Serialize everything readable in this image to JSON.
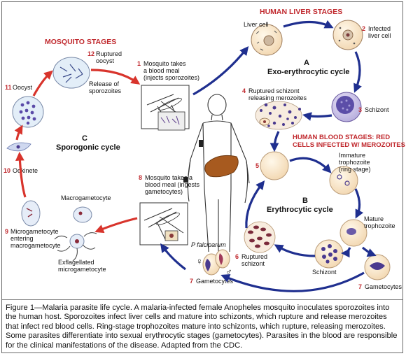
{
  "headers": {
    "human_liver": "HUMAN LIVER STAGES",
    "mosquito": "MOSQUITO STAGES",
    "blood_line1": "HUMAN BLOOD STAGES: RED",
    "blood_line2": "CELLS INFECTED W/ MEROZOITES"
  },
  "cycles": {
    "a_letter": "A",
    "a_name": "Exo-erythrocytic cycle",
    "b_letter": "B",
    "b_name": "Erythrocytic cycle",
    "c_letter": "C",
    "c_name": "Sporogonic cycle"
  },
  "stages": {
    "s1_num": "1",
    "s1_l1": "Mosquito takes",
    "s1_l2": "a blood meal",
    "s1_l3": "(injects sporozoites)",
    "liver_cell": "Liver cell",
    "s2_num": "2",
    "s2_l1": "Infected",
    "s2_l2": "liver cell",
    "s3_num": "3",
    "s3_l1": "Schizont",
    "s4_num": "4",
    "s4_l1": "Ruptured schizont",
    "s4_l2": "releasing merozoites",
    "s5_num": "5",
    "immature_l1": "Immature",
    "immature_l2": "trophozoite",
    "immature_l3": "(ring stage)",
    "mature_l1": "Mature",
    "mature_l2": "trophozoite",
    "schizont": "Schizont",
    "s6_num": "6",
    "s6_l1": "Ruptured",
    "s6_l2": "schizont",
    "s7_num": "7",
    "s7_label": "Gametocytes",
    "s7b_num": "7",
    "s7b_label": "Gametocytes",
    "p_falciparum": "P falciparum",
    "female": "♀",
    "male": "♂",
    "s8_num": "8",
    "s8_l1": "Mosquito takes a",
    "s8_l2": "blood meal (ingests",
    "s8_l3": "gametocytes)",
    "macrogametocyte": "Macrogametocyte",
    "s9_num": "9",
    "s9_l1": "Microgametocyte",
    "s9_l2": "entering",
    "s9_l3": "macrogametocyte",
    "exfl_l1": "Exflagellated",
    "exfl_l2": "microgametocyte",
    "s10_num": "10",
    "s10_label": "Ookinete",
    "s11_num": "11",
    "s11_label": "Oocyst",
    "s12_num": "12",
    "s12_l1": "Ruptured",
    "s12_l2": "oocyst",
    "release_l1": "Release of",
    "release_l2": "sporozoites"
  },
  "caption": "Figure 1—Malaria parasite life cycle. A malaria-infected female Anopheles mosquito inoculates sporozoites into the human host. Sporozoites infect liver cells and mature into schizonts, which rupture and release merozoites that infect red blood cells. Ring-stage trophozoites mature into schizonts, which rupture, releasing merozoites. Some parasites differentiate into sexual erythrocytic stages (gametocytes). Parasites in the blood are responsible for the clinical manifestations of the disease. Adapted from the CDC.",
  "colors": {
    "red_header": "#c0282d",
    "arrow_blue": "#1f2f8f",
    "arrow_red": "#d8342c",
    "cell_fill": "#fbe9cf",
    "parasite": "#4a3a8f"
  }
}
